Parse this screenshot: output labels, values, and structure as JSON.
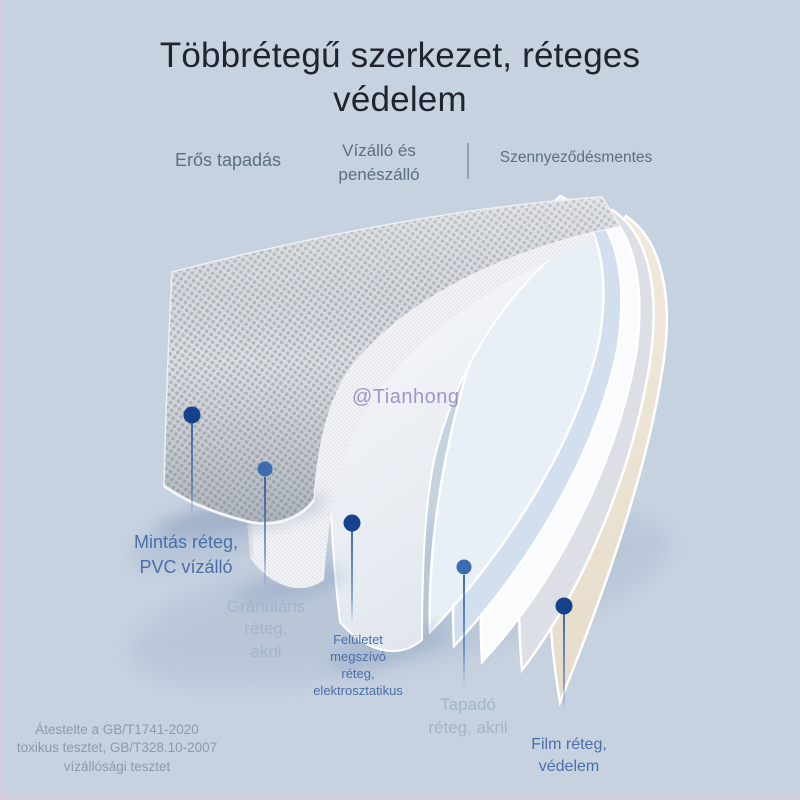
{
  "theme": {
    "page_bg": "#c7d2e0",
    "title_color": "#20242e",
    "feature_color": "#5d6e80",
    "divider_color": "#8b98a8",
    "label_blue": "#4a6fa8",
    "label_light": "#a3b4cc",
    "footnote_color": "#8e99a9",
    "watermark_color": "#9a92c8",
    "dot_dark": "#16418c",
    "dot_medium": "#3e6cb0",
    "pin_line": "#2f5ca8"
  },
  "header": {
    "title": "Többrétegű szerkezet, réteges\nvédelem",
    "features": [
      "Erős tapadás",
      "Vízálló és\npenészálló",
      "Szennyeződésmentes"
    ]
  },
  "watermark": "@Tianhong",
  "layers": [
    {
      "label": "Mintás réteg,\nPVC vízálló",
      "marker": "dark"
    },
    {
      "label": "Gránuláris\nréteg,\nakril",
      "marker": "medium"
    },
    {
      "label": "Felületet\nmegszívó\nréteg,\nelektrosztatikus",
      "marker": "dark"
    },
    {
      "label": "Tapadó\nréteg, akril",
      "marker": "medium"
    },
    {
      "label": "Film réteg,\nvédelem",
      "marker": "dark"
    }
  ],
  "footnote": "Átestelte a GB/T1741-2020\ntoxikus tesztet, GB/T328.10-2007\nvízállósági tesztet"
}
